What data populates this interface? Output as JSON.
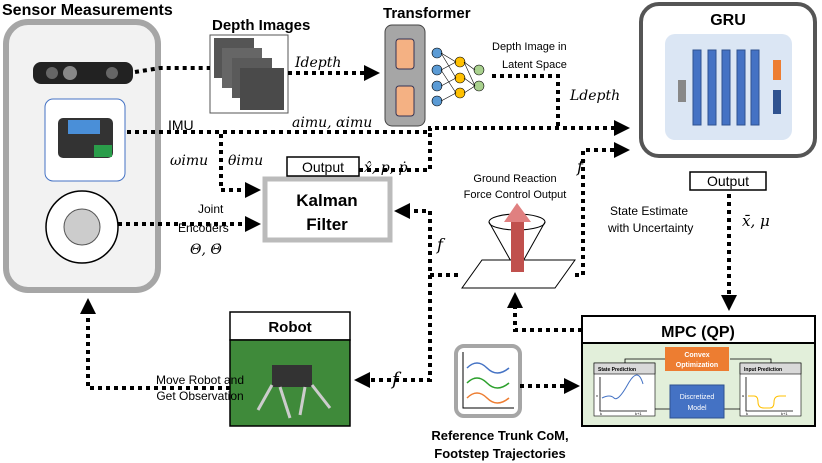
{
  "sensors": {
    "title": "Sensor Measurements",
    "imu_label": "IMU",
    "omega": "ωimu",
    "theta": "θimu",
    "joint_1": "Joint",
    "joint_2": "Encoders",
    "joint_sym": "Θ, Θ̇"
  },
  "depth": {
    "title": "Depth Images",
    "signal": "Idepth"
  },
  "transformer": {
    "title": "Transformer",
    "latent_1": "Depth Image in",
    "latent_2": "Latent Space",
    "latent_signal": "Ldepth"
  },
  "imu_signal": "aimu, αimu",
  "kalman": {
    "title_1": "Kalman",
    "title_2": "Filter",
    "output_label": "Output",
    "output_signal": "x̂, p, ṗ"
  },
  "grf": {
    "label_1": "Ground Reaction",
    "label_2": "Force Control Output",
    "f": "f"
  },
  "gru": {
    "title": "GRU",
    "output_label": "Output",
    "estimate_1": "State Estimate",
    "estimate_2": "with Uncertainty",
    "estimate_sym": "x̄, μ"
  },
  "robot": {
    "title": "Robot",
    "move_1": "Move Robot and",
    "move_2": "Get Observation",
    "f": "f"
  },
  "reference": {
    "label_1": "Reference Trunk CoM,",
    "label_2": "Footstep Trajectories"
  },
  "mpc": {
    "title": "MPC (QP)",
    "convex_1": "Convex",
    "convex_2": "Optimization",
    "state_pred": "State Prediction",
    "input_pred": "Input Prediction",
    "model_1": "Discretized",
    "model_2": "Model",
    "x_axis": "x",
    "u_axis": "u",
    "k": "k",
    "k1": "k+1"
  },
  "colors": {
    "orange": "#ED7D31",
    "blue": "#4472C4",
    "mpc_bg": "#E2EFDA",
    "yellow": "#FFC000"
  }
}
